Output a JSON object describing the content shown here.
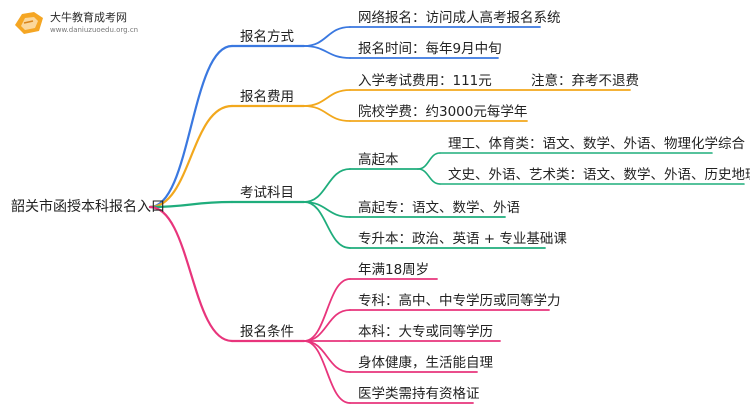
{
  "brand": {
    "name": "大牛教育成考网",
    "url": "www.daniuzuoedu.org.cn"
  },
  "root": "韶关市函授本科报名入口",
  "branches": [
    {
      "label": "报名方式",
      "color": "#3a78e0",
      "items": [
        "网络报名：访问成人高考报名系统",
        "报名时间：每年9月中旬"
      ]
    },
    {
      "label": "报名费用",
      "color": "#f2a81d",
      "items": [
        "入学考试费用：111元",
        "院校学费：约3000元每学年"
      ],
      "note": "注意：弃考不退费"
    },
    {
      "label": "考试科目",
      "color": "#1fad7c",
      "items": [
        "高起本",
        "高起专：语文、数学、外语",
        "专升本：政治、英语 + 专业基础课"
      ],
      "sub": [
        "理工、体育类：语文、数学、外语、物理化学综合",
        "文史、外语、艺术类：语文、数学、外语、历史地理综合"
      ]
    },
    {
      "label": "报名条件",
      "color": "#e8357c",
      "items": [
        "年满18周岁",
        "专科：高中、中专学历或同等学力",
        "本科：大专或同等学历",
        "身体健康，生活能自理",
        "医学类需持有资格证"
      ]
    }
  ]
}
